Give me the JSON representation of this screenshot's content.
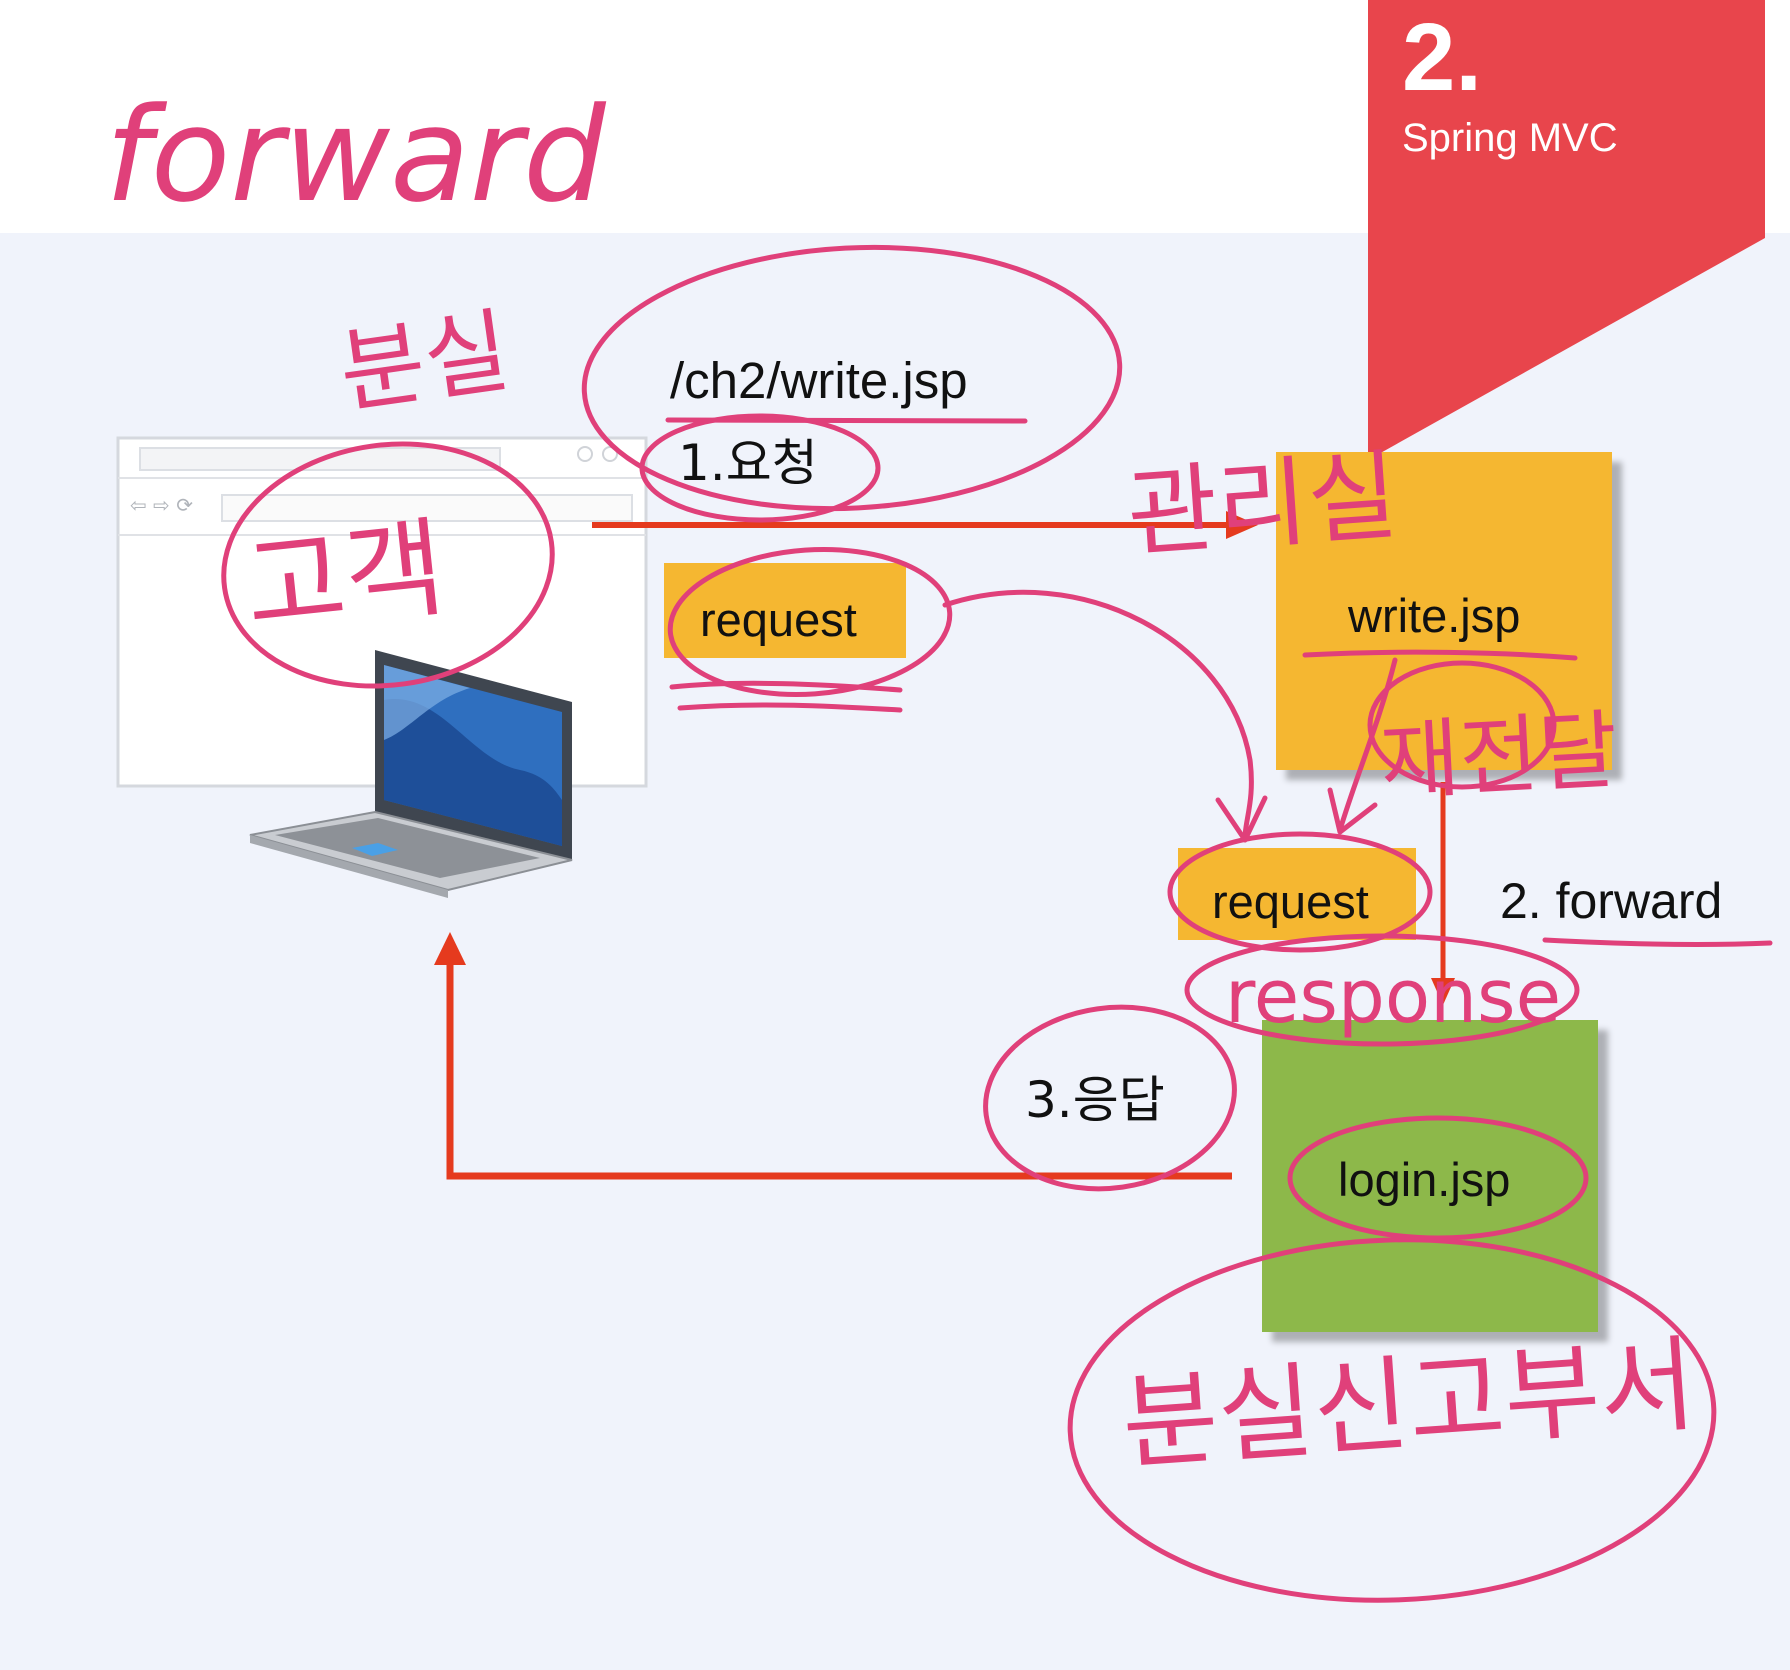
{
  "banner": {
    "number": "2.",
    "subtitle": "Spring MVC",
    "color": "#e8454c"
  },
  "diagram": {
    "url": "/ch2/write.jsp",
    "step1": "1.요청",
    "step2": "2. forward",
    "step3": "3.응답",
    "request_top": "request",
    "request_mid": "request",
    "write_box": "write.jsp",
    "login_box": "login.jsp"
  },
  "handwriting": {
    "title": "forward",
    "lost": "분실",
    "customer": "고객",
    "admin": "관리실",
    "relay": "재전달",
    "response": "response",
    "lost_report": "분실신고부서"
  },
  "colors": {
    "orange_box": "#f5b731",
    "green_box": "#8db84a",
    "arrow": "#e53a1e",
    "ink": "#e0407a",
    "slide_bg": "#f0f3fb"
  }
}
